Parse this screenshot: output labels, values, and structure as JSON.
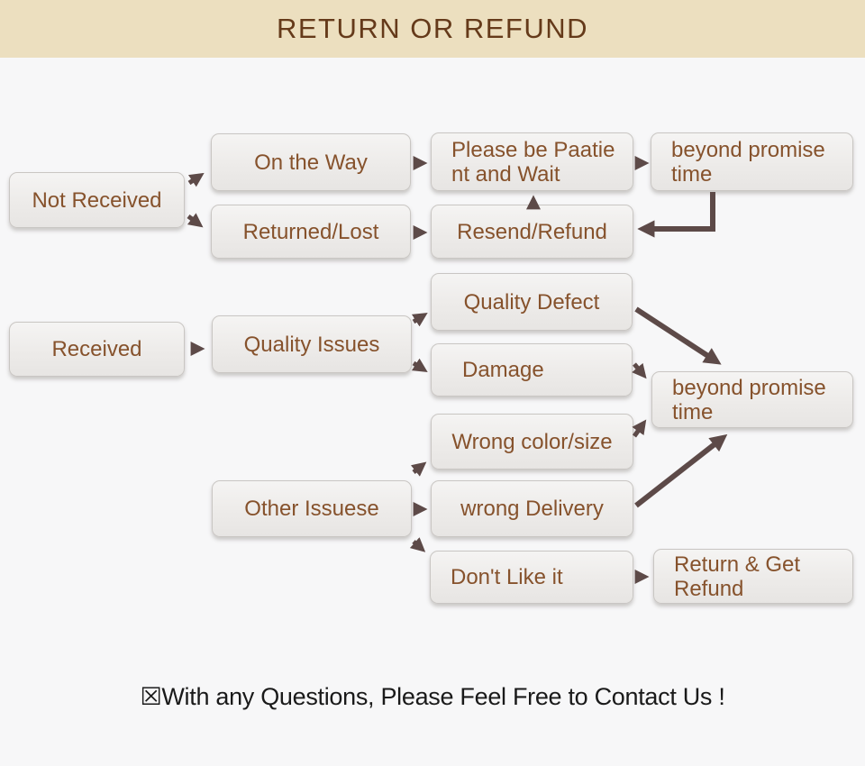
{
  "palette": {
    "header_bg": "#ecdfbf",
    "header_text": "#653a1a",
    "page_bg": "#f7f7f8",
    "box_bg": "#edebe9",
    "box_border": "#c9c6c3",
    "box_text": "#86522c",
    "arrow": "#5d4a48",
    "footer_text": "#1a1a1a"
  },
  "header": {
    "title": "RETURN OR REFUND"
  },
  "flowchart": {
    "nodes": {
      "not_received": "Not Received",
      "on_the_way": "On the Way",
      "returned_lost": "Returned/Lost",
      "please_be_patient": "Please be Paatie\nnt and Wait",
      "beyond_promise_1": "beyond promise\ntime",
      "resend_refund": "Resend/Refund",
      "received": "Received",
      "quality_issues": "Quality Issues",
      "quality_defect": "Quality Defect",
      "damage": "Damage",
      "beyond_promise_2": "beyond promise\ntime",
      "wrong_color_size": "Wrong color/size",
      "other_issuese": "Other Issuese",
      "wrong_delivery": "wrong Delivery",
      "dont_like_it": "Don't Like it",
      "return_get_refund": "Return & Get\nRefund"
    }
  },
  "footer": {
    "note": "☒With any Questions, Please Feel Free to Contact Us !"
  }
}
